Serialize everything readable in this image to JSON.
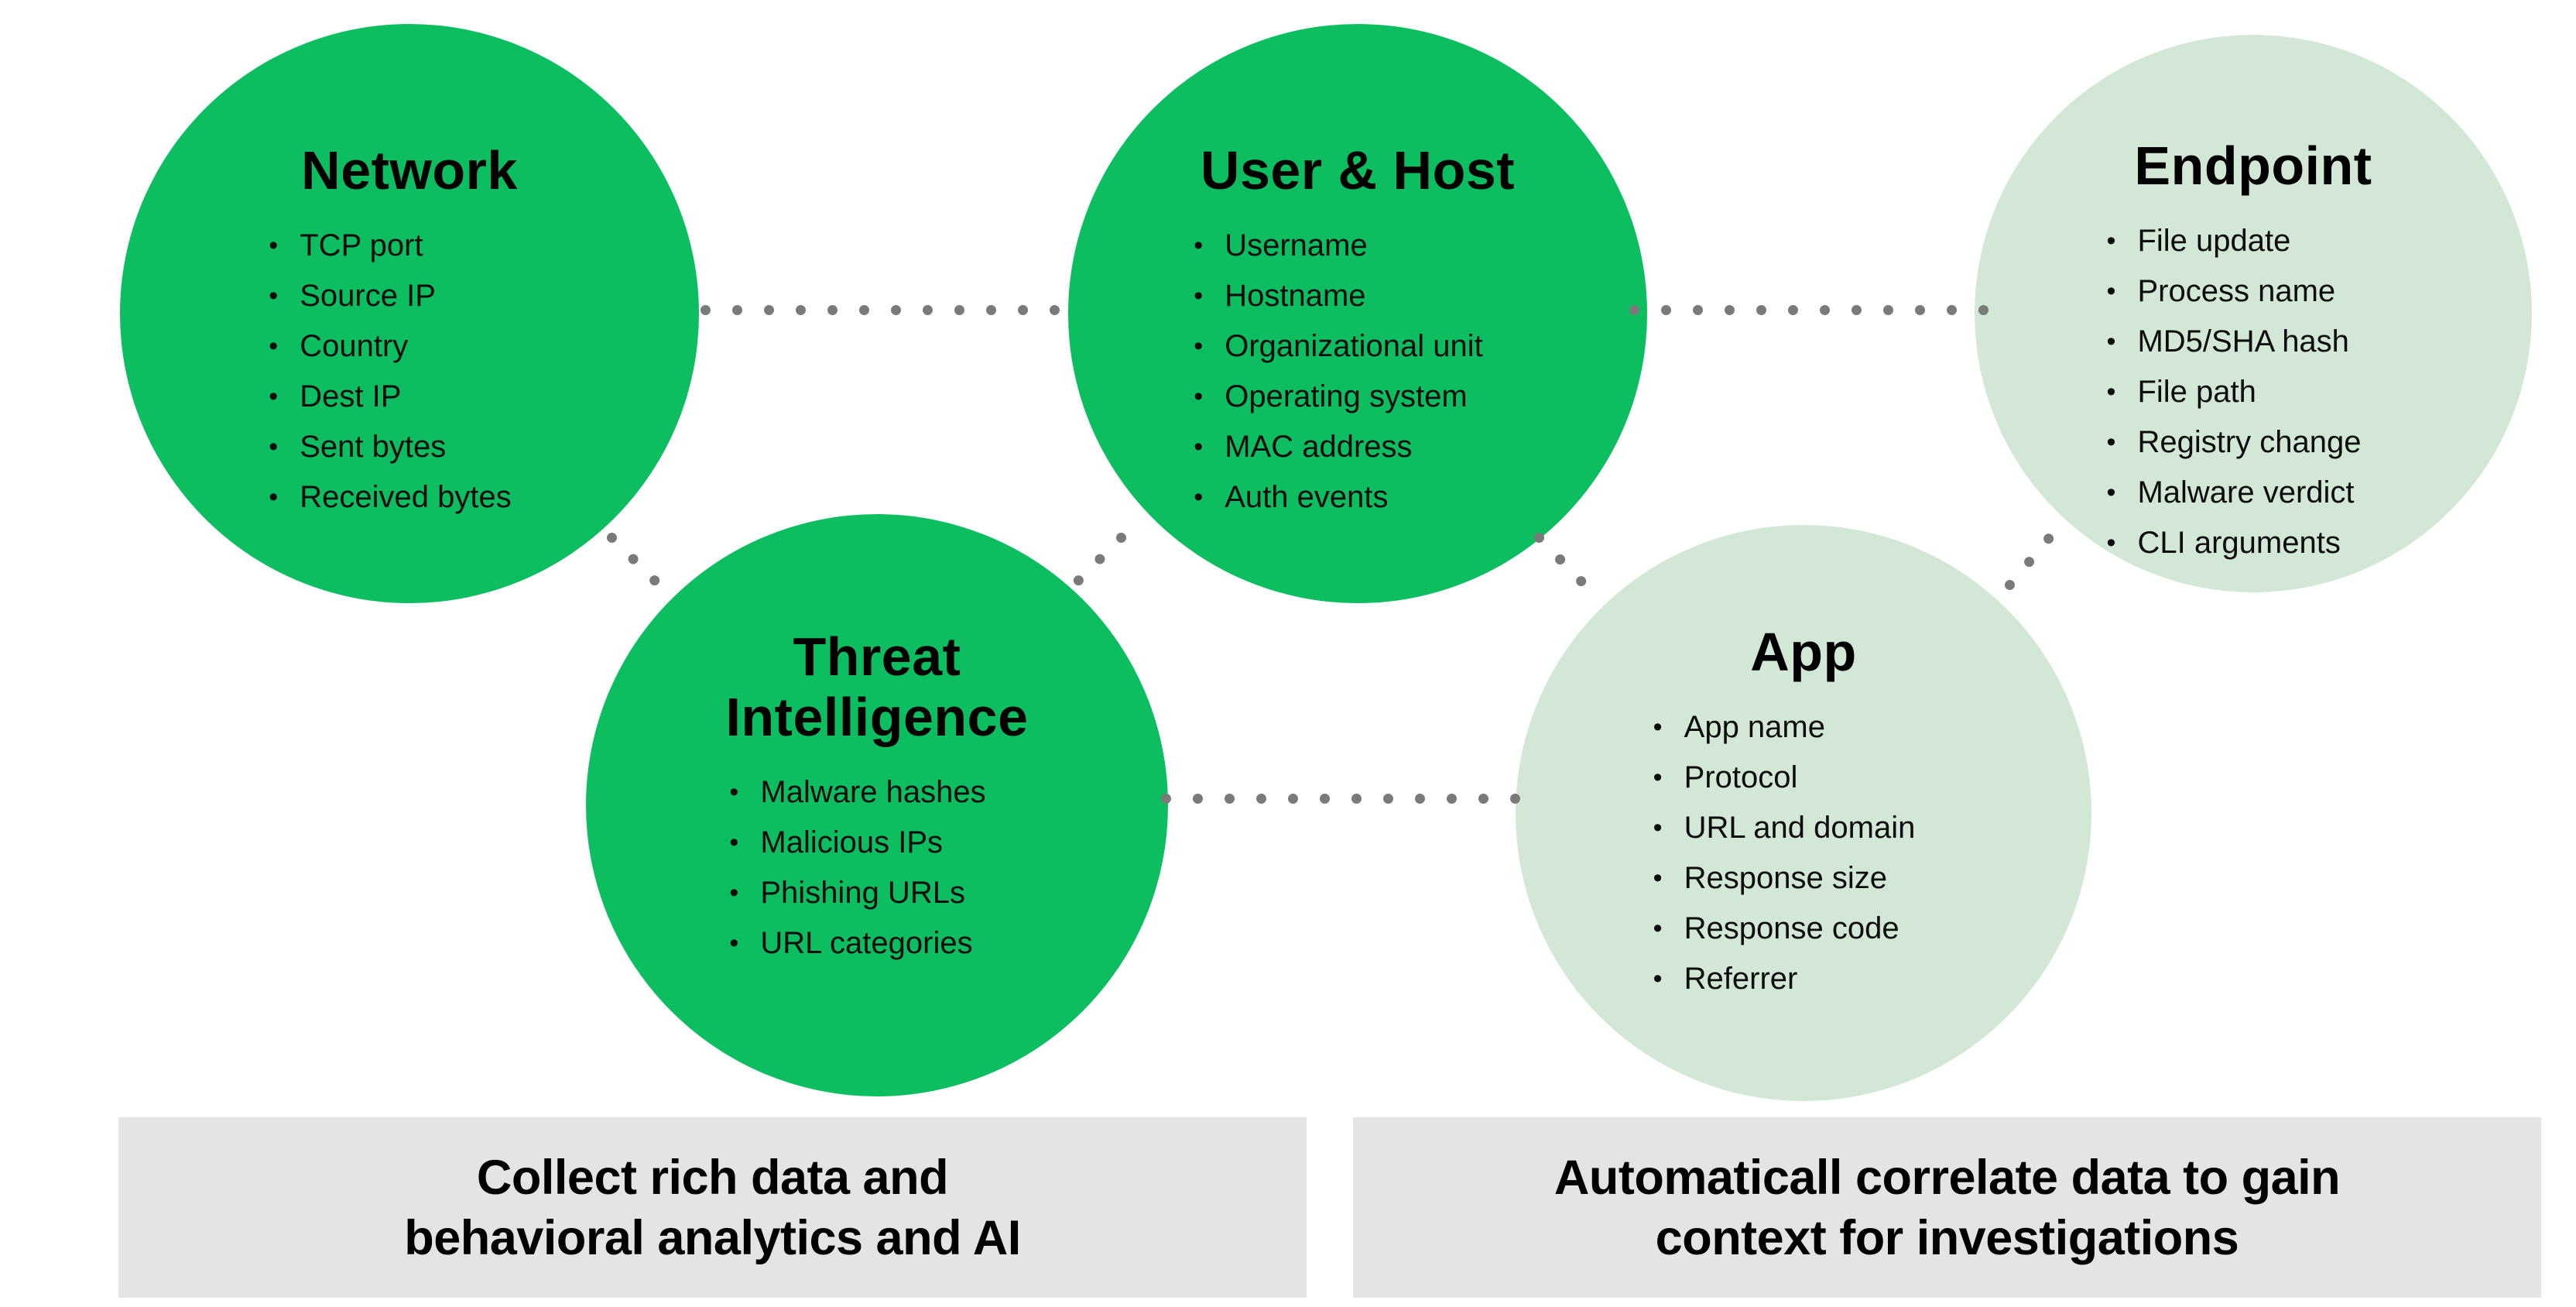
{
  "colors": {
    "green": "#0cbe60",
    "green-light": "#d2e7d6",
    "box-bg": "#e4e4e4",
    "dot": "#7a7a7a",
    "text": "#0c0c0c"
  },
  "circles": [
    {
      "title": "Network",
      "variant": "solid",
      "items": [
        "TCP port",
        "Source IP",
        "Country",
        "Dest IP",
        "Sent bytes",
        "Received bytes"
      ]
    },
    {
      "title": "User & Host",
      "variant": "solid",
      "items": [
        "Username",
        "Hostname",
        "Organizational unit",
        "Operating system",
        "MAC address",
        "Auth events"
      ]
    },
    {
      "title": "Endpoint",
      "variant": "light",
      "items": [
        "File update",
        "Process name",
        "MD5/SHA hash",
        "File path",
        "Registry change",
        "Malware verdict",
        "CLI arguments"
      ]
    },
    {
      "title": "Threat Intelligence",
      "variant": "solid",
      "items": [
        "Malware hashes",
        "Malicious IPs",
        "Phishing URLs",
        "URL categories"
      ]
    },
    {
      "title": "App",
      "variant": "light",
      "items": [
        "App name",
        "Protocol",
        "URL and domain",
        "Response size",
        "Response code",
        "Referrer"
      ]
    }
  ],
  "footer_boxes": [
    {
      "label": "Collect rich data and\nbehavioral analytics and AI"
    },
    {
      "label": "Automaticall correlate data to gain\ncontext for investigations"
    }
  ]
}
